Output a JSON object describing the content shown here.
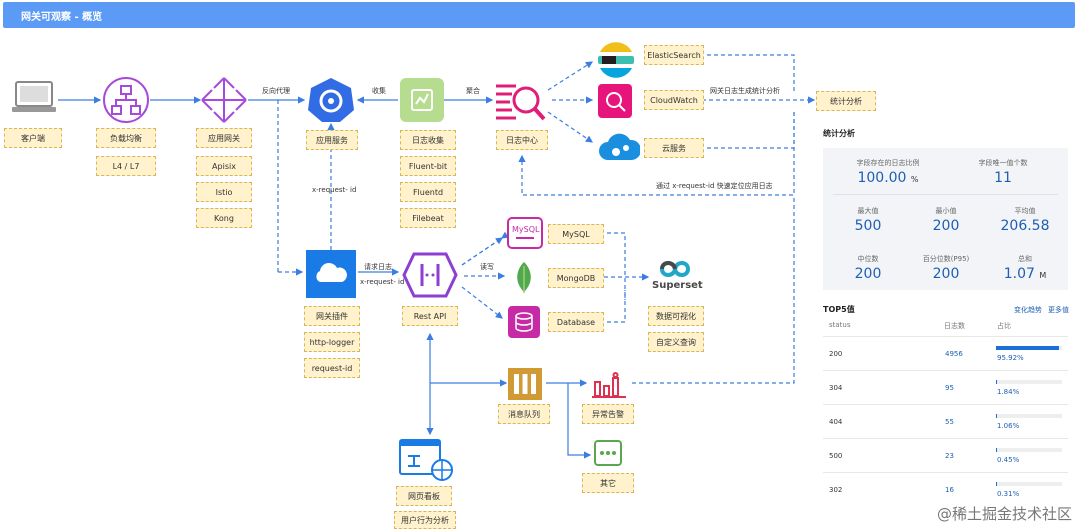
{
  "header": {
    "title": "网关可观察 - 概览"
  },
  "nodes": {
    "client": "客户端",
    "lb": "负载均衡",
    "lb_type": "L4 / L7",
    "gateway": "应用网关",
    "gw_items": [
      "Apisix",
      "Istio",
      "Kong"
    ],
    "app_service": "应用服务",
    "log_collect": "日志收集",
    "collectors": [
      "Fluent-bit",
      "Fluentd",
      "Filebeat"
    ],
    "log_center": "日志中心",
    "elasticsearch": "ElasticSearch",
    "cloudwatch": "CloudWatch",
    "cloud_service": "云服务",
    "stats_analysis": "统计分析",
    "gw_plugin": "网关插件",
    "plugin_items": [
      "http-logger",
      "request-id"
    ],
    "rest_api": "Rest API",
    "mysql": "MySQL",
    "mongodb": "MongoDB",
    "database": "Database",
    "superset": "Superset",
    "data_viz": "数据可视化",
    "custom_query": "自定义查询",
    "mq": "消息队列",
    "alert": "异常告警",
    "other": "其它",
    "dashboard": "网页看板",
    "user_behavior": "用户行为分析"
  },
  "edges": {
    "reverse_proxy": "反向代理",
    "collect": "收集",
    "aggregate": "聚合",
    "xrid1": "x-request- id",
    "request_log": "请求日志",
    "xrid2": "x-request- id",
    "read_write": "读写",
    "log_stats": "网关日志生成统计分析",
    "trace": "通过 x-request-id 快速定位应用日志"
  },
  "stats_panel": {
    "title": "统计分析",
    "metrics": [
      {
        "label": "字段存在的日志比例",
        "value": "100.00",
        "unit": "%"
      },
      {
        "label": "字段唯一值个数",
        "value": "11",
        "unit": ""
      },
      {
        "label": "最大值",
        "value": "500",
        "unit": ""
      },
      {
        "label": "最小值",
        "value": "200",
        "unit": ""
      },
      {
        "label": "平均值",
        "value": "206.58",
        "unit": ""
      },
      {
        "label": "中位数",
        "value": "200",
        "unit": ""
      },
      {
        "label": "百分位数(P95)",
        "value": "200",
        "unit": ""
      },
      {
        "label": "总和",
        "value": "1.07",
        "unit": "M"
      }
    ]
  },
  "top5": {
    "title": "TOP5值",
    "link_trend": "变化趋势",
    "link_more": "更多值",
    "col_status": "status",
    "col_count": "日志数",
    "col_ratio": "占比",
    "rows": [
      {
        "status": "200",
        "count": "4956",
        "pct": "95.92%",
        "ratio": 0.9592
      },
      {
        "status": "304",
        "count": "95",
        "pct": "1.84%",
        "ratio": 0.0184
      },
      {
        "status": "404",
        "count": "55",
        "pct": "1.06%",
        "ratio": 0.0106
      },
      {
        "status": "500",
        "count": "23",
        "pct": "0.45%",
        "ratio": 0.0045
      },
      {
        "status": "302",
        "count": "16",
        "pct": "0.31%",
        "ratio": 0.0031
      }
    ]
  },
  "watermark": "@稀土掘金技术社区"
}
